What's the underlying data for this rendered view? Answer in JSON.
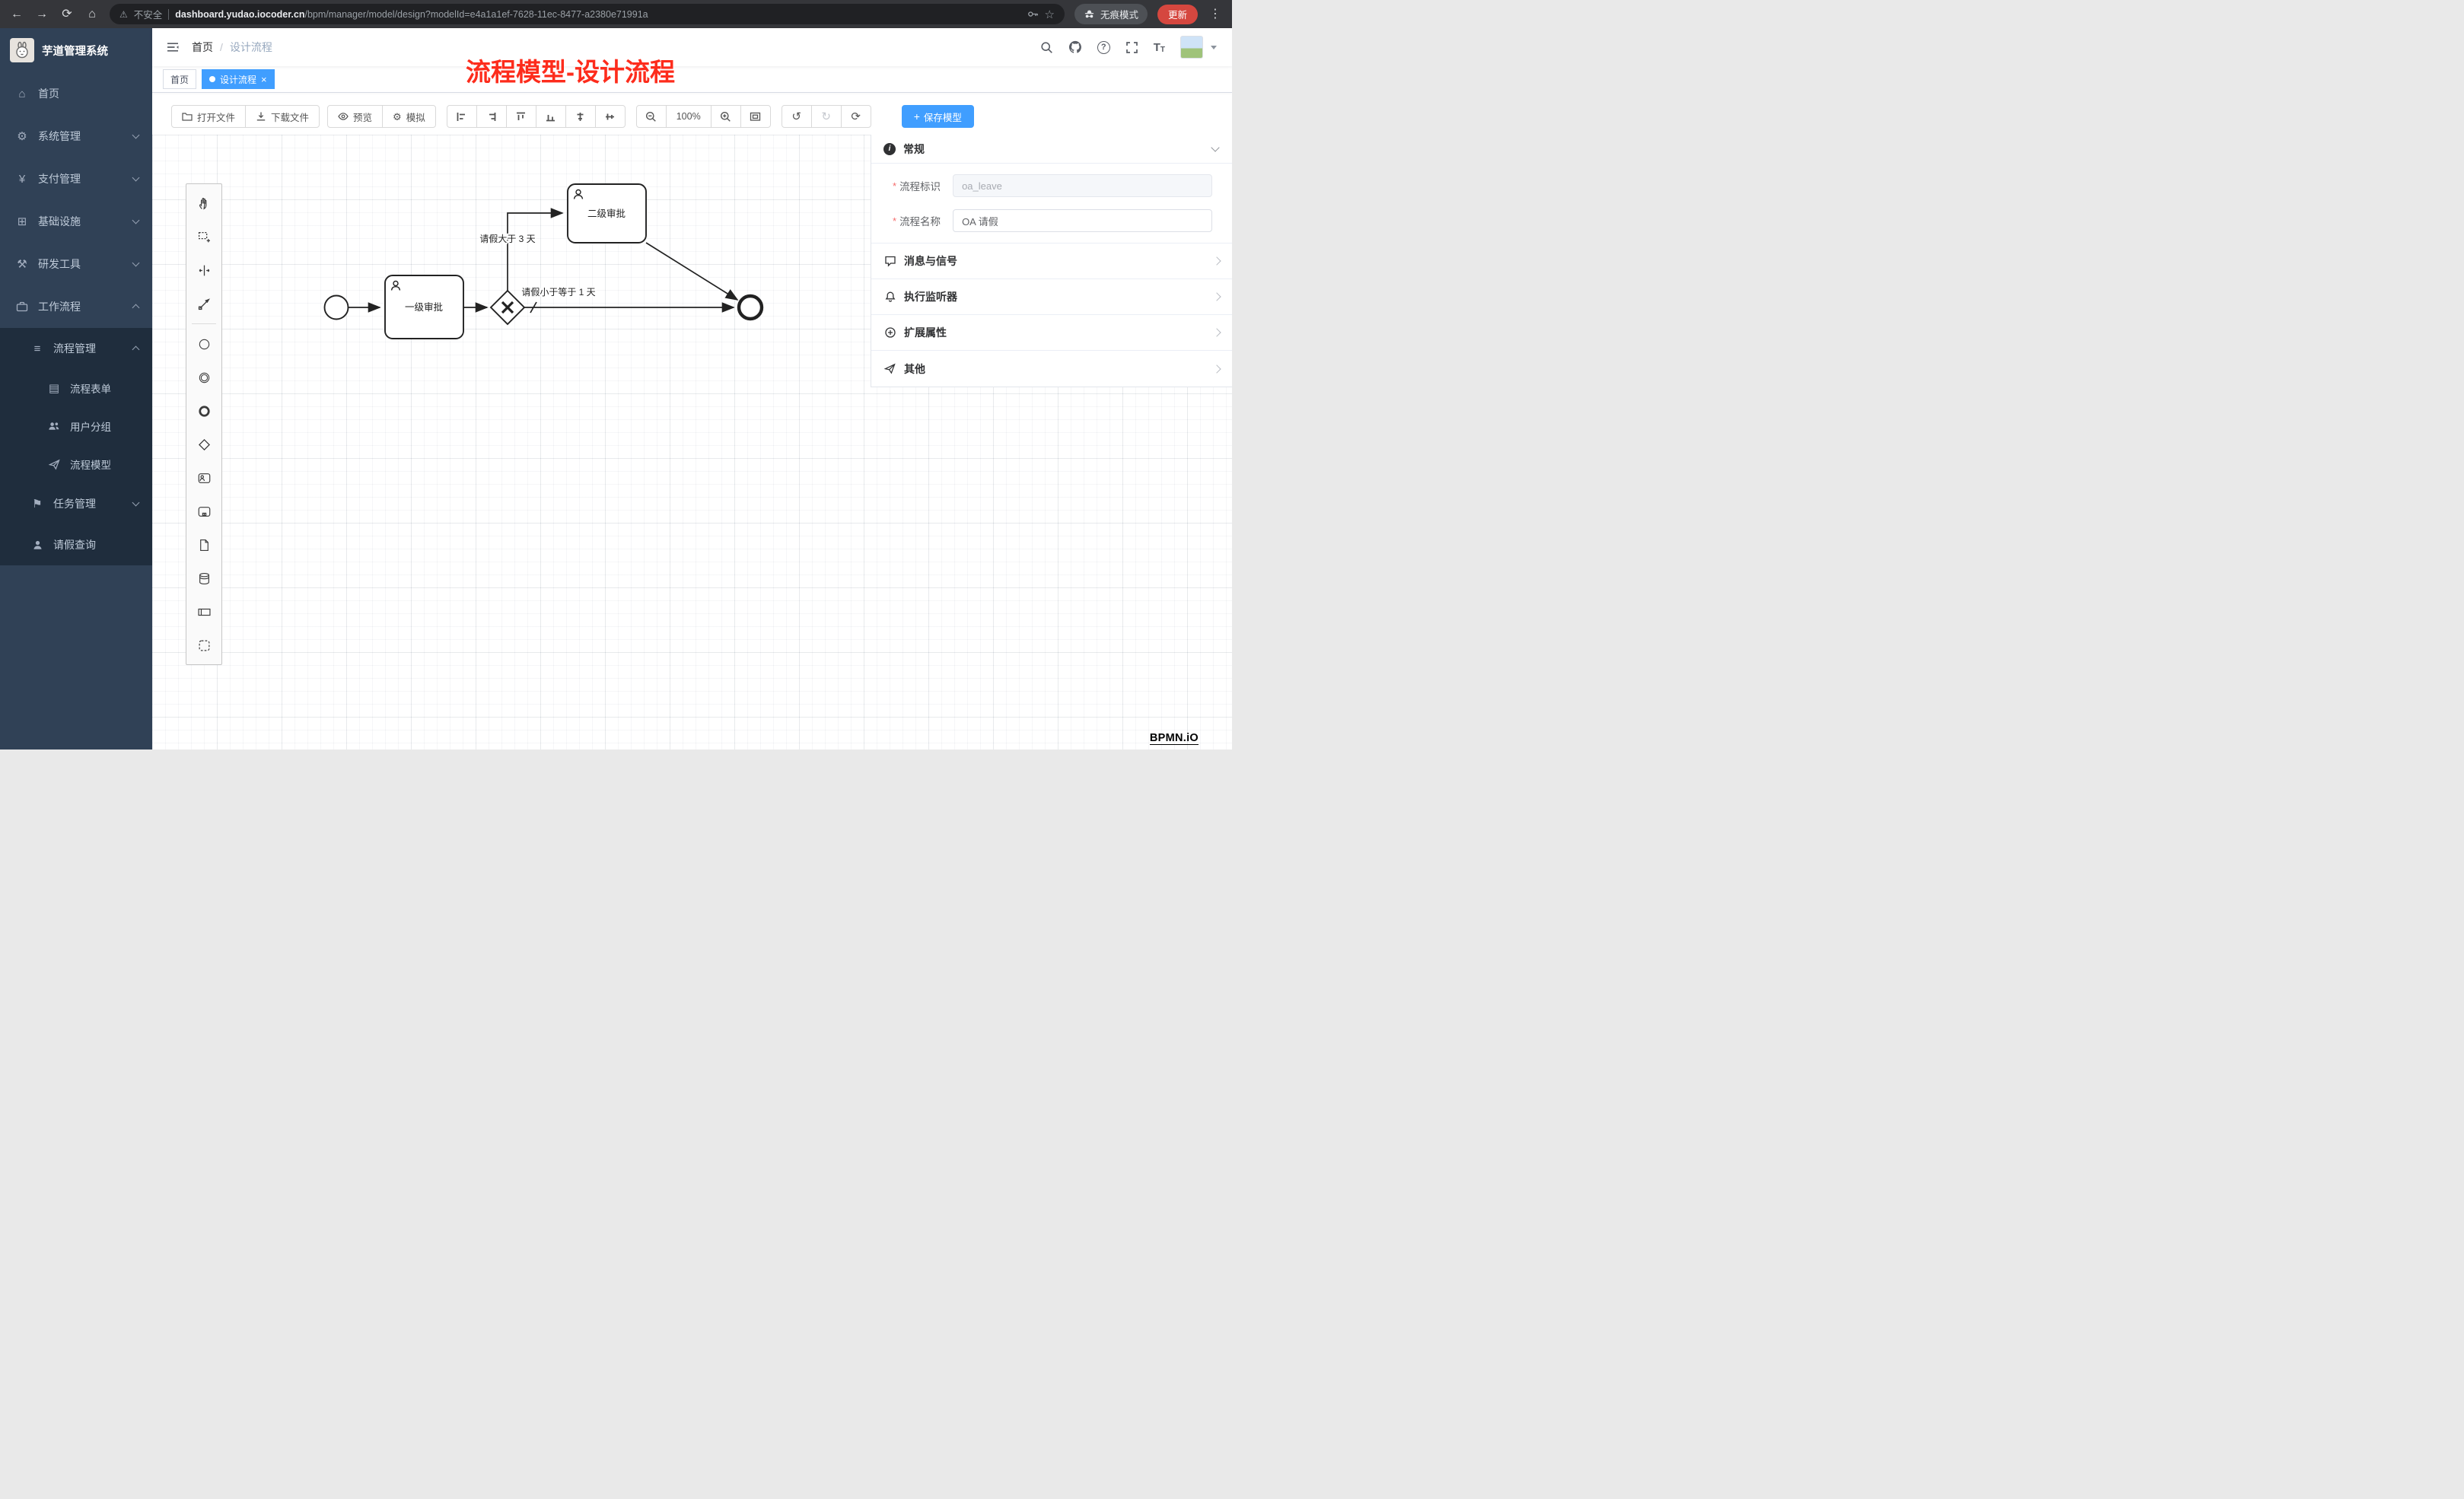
{
  "colors": {
    "accent": "#409eff",
    "sidebar_bg": "#304156",
    "submenu_bg": "#1f2d3d",
    "annotation_red": "#fd2c1c",
    "update_badge": "#d5473f"
  },
  "icons": {
    "back": "←",
    "forward": "→",
    "reload": "⟳",
    "home": "⌂",
    "warning": "⚠",
    "star": "☆",
    "kebab": "⋮",
    "sidebar_home": "⌂",
    "sidebar_system": "⚙",
    "sidebar_pay": "¥",
    "sidebar_infra": "⊞",
    "sidebar_dev": "⚒",
    "sidebar_list": "≡",
    "sidebar_form": "▤",
    "sidebar_flag": "⚑",
    "simulate_gear": "⚙",
    "undo": "↺",
    "redo": "↻",
    "restart": "⟳",
    "plus": "+",
    "close": "×",
    "question": "?",
    "font_large": "T",
    "font_small": "T",
    "info": "i"
  },
  "browser": {
    "security_label": "不安全",
    "url_domain": "dashboard.yudao.iocoder.cn",
    "url_path": "/bpm/manager/model/design?modelId=e4a1a1ef-7628-11ec-8477-a2380e71991a",
    "incognito_label": "无痕模式",
    "update_label": "更新"
  },
  "sidebar": {
    "app_title": "芋道管理系统",
    "items": [
      {
        "label": "首页"
      },
      {
        "label": "系统管理"
      },
      {
        "label": "支付管理"
      },
      {
        "label": "基础设施"
      },
      {
        "label": "研发工具"
      },
      {
        "label": "工作流程"
      }
    ],
    "submenu": {
      "process_mgmt": "流程管理",
      "children": [
        "流程表单",
        "用户分组",
        "流程模型"
      ],
      "task_mgmt": "任务管理",
      "leave_query": "请假查询"
    }
  },
  "header": {
    "breadcrumb": [
      "首页",
      "设计流程"
    ],
    "breadcrumb_sep": "/"
  },
  "tabs": {
    "home": "首页",
    "active": "设计流程"
  },
  "annotation": "流程模型-设计流程",
  "toolbar": {
    "open_file": "打开文件",
    "download_file": "下载文件",
    "preview": "预览",
    "simulate": "模拟",
    "zoom_level": "100%",
    "save_model": "保存模型"
  },
  "diagram": {
    "task1": "一级审批",
    "task2": "二级审批",
    "condition_gt": "请假大于 3 天",
    "condition_lte": "请假小于等于 1 天"
  },
  "properties": {
    "general_title": "常规",
    "required_marker": "*",
    "fields": [
      {
        "label": "流程标识",
        "placeholder": "oa_leave"
      },
      {
        "label": "流程名称",
        "value": "OA 请假"
      }
    ],
    "sections": [
      "消息与信号",
      "执行监听器",
      "扩展属性",
      "其他"
    ]
  },
  "watermark": "BPMN.iO"
}
